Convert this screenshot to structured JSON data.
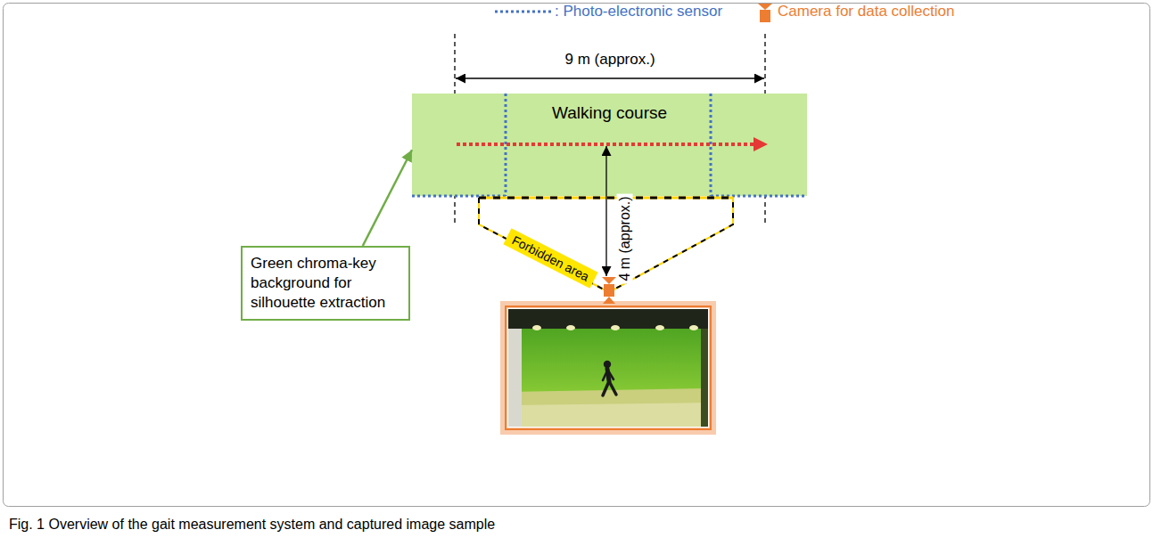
{
  "diagram": {
    "caption": "Fig. 1 Overview of the gait measurement system and captured image sample",
    "nodes": [
      {
        "text": [
          "Walking course"
        ]
      },
      {
        "text": [
          "Green chroma-key background for silhouette extraction"
        ]
      },
      {
        "text": [
          "Forbidden area"
        ]
      }
    ],
    "edges": [
      {
        "from": 1,
        "to": 0,
        "arrow": "to"
      }
    ],
    "labels": [
      "9 m (approx.)",
      "4 m (approx.)"
    ],
    "legend": [
      {
        "text": ": Photo-electronic sensor"
      },
      {
        "text": "Camera for data collection"
      }
    ]
  }
}
